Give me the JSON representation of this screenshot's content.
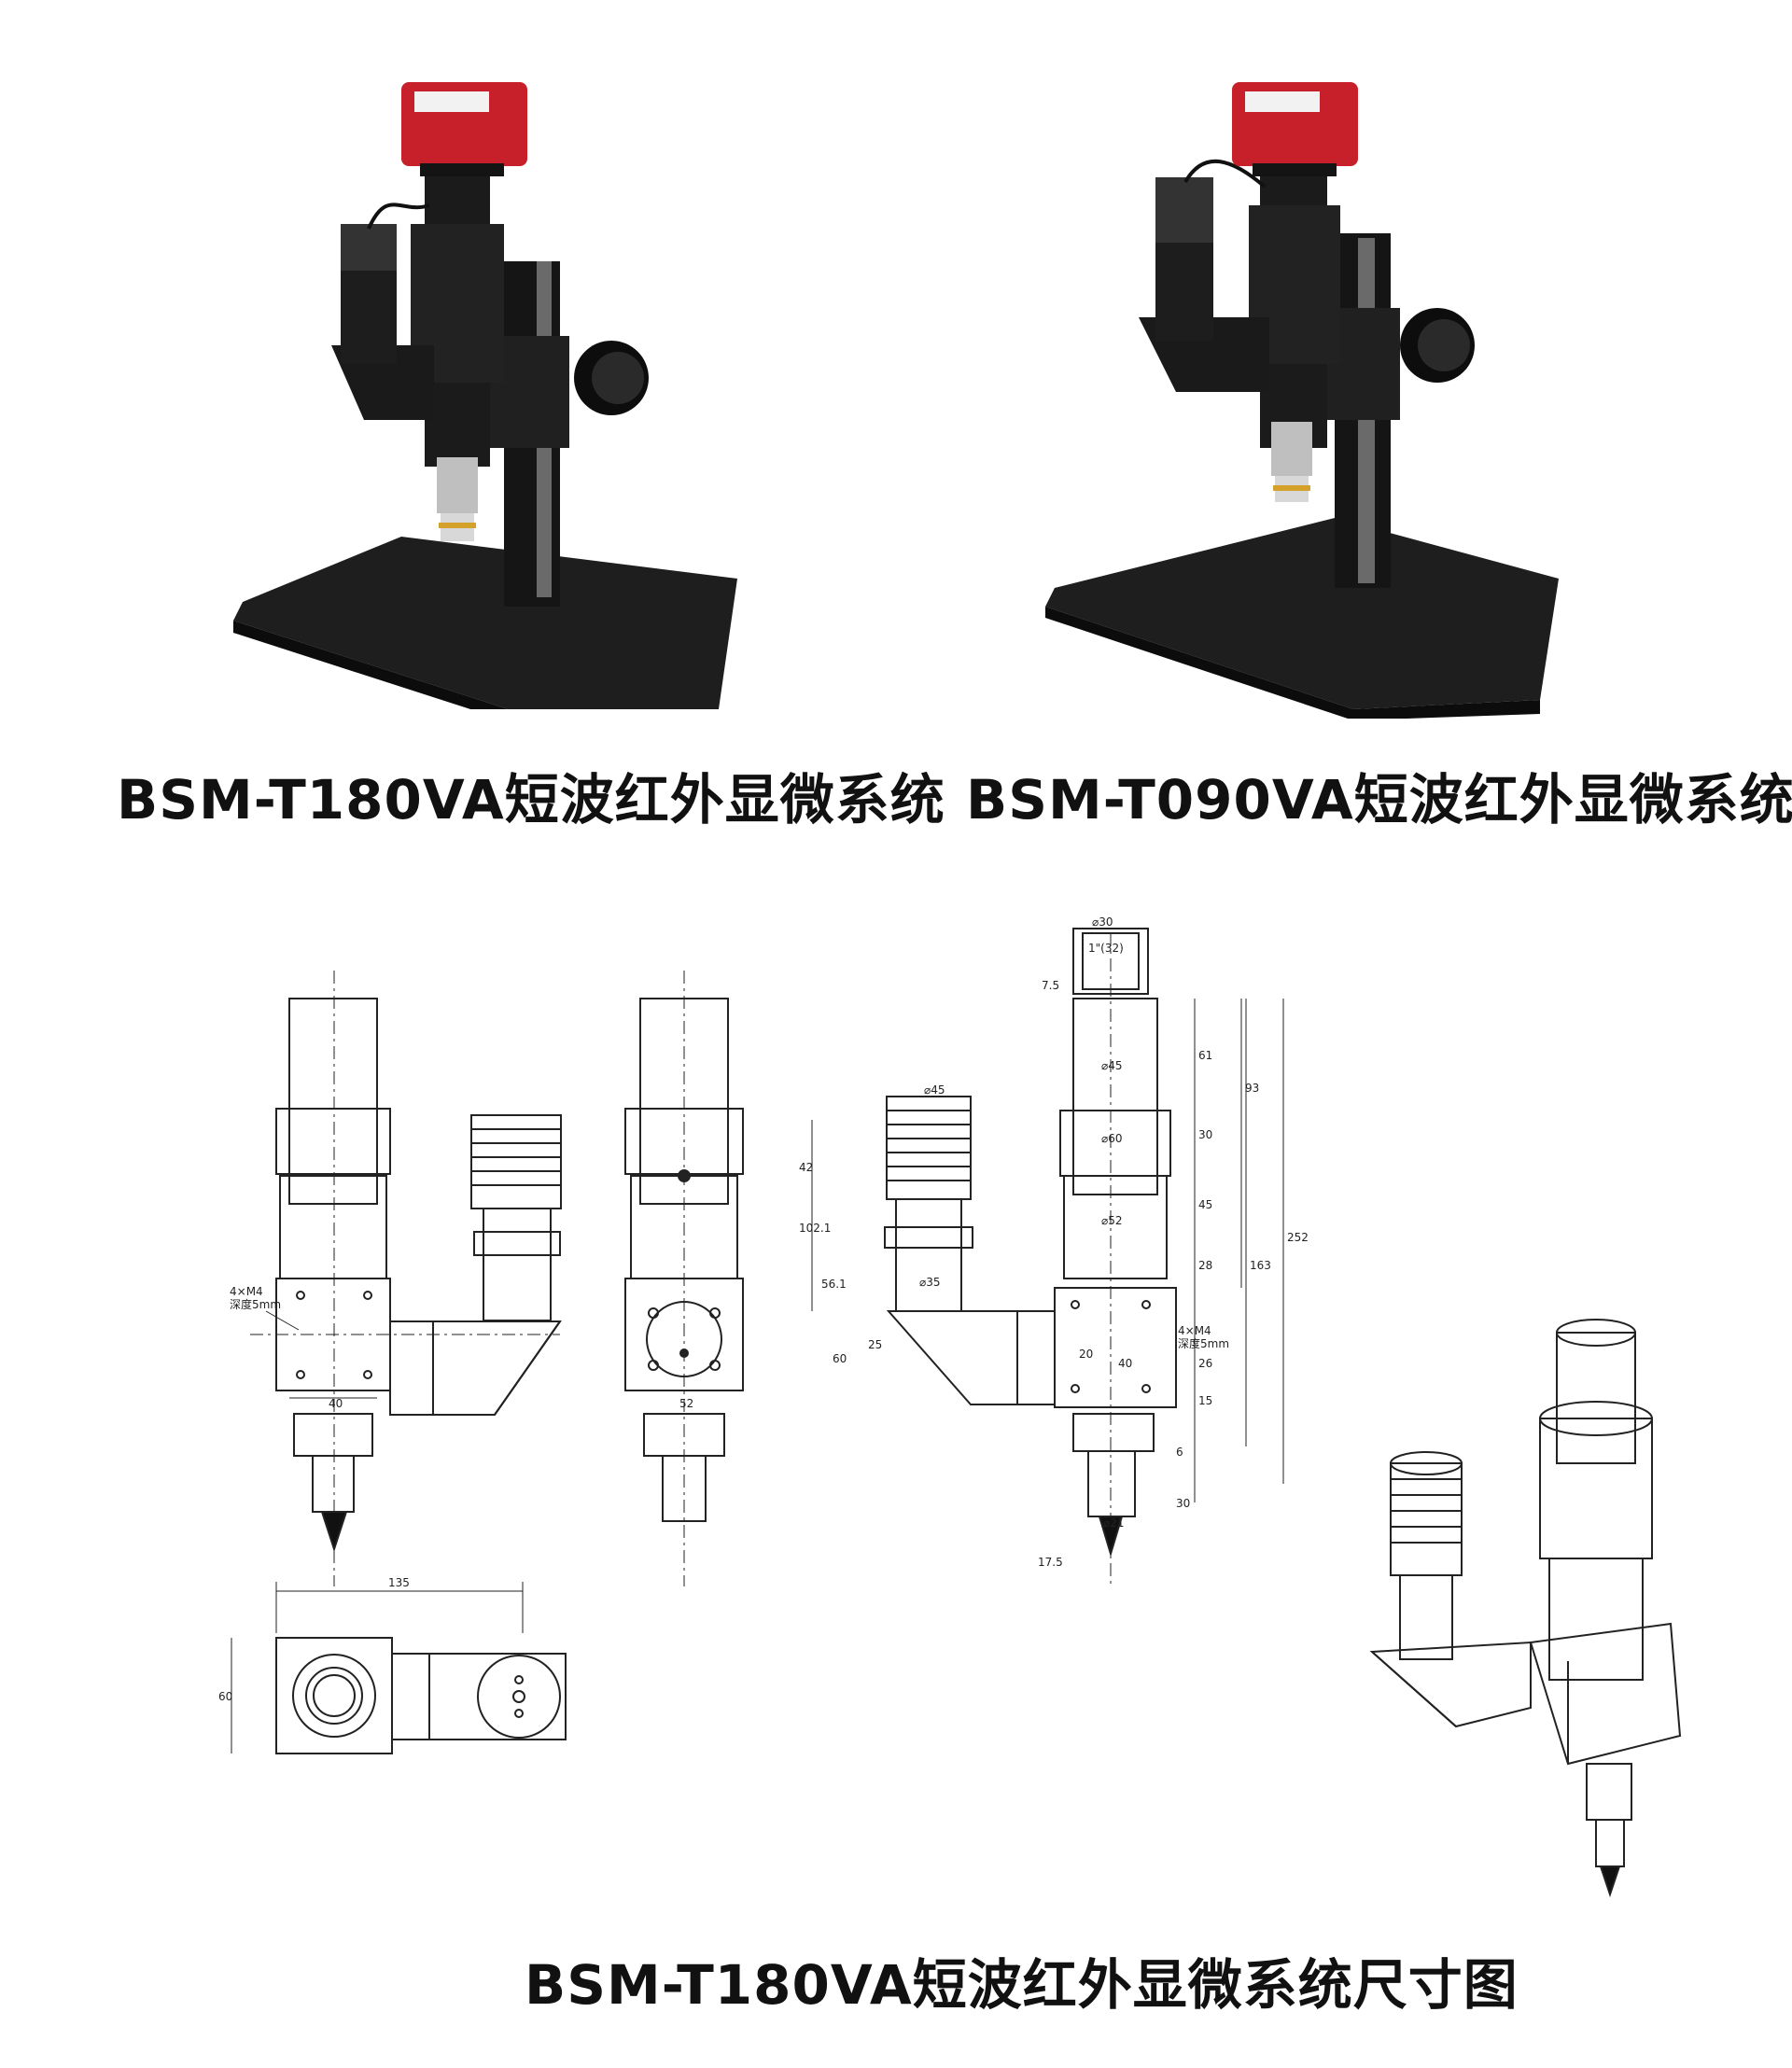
{
  "products": [
    {
      "caption": "BSM-T180VA短波红外显微系统"
    },
    {
      "caption": "BSM-T090VA短波红外显微系统"
    }
  ],
  "drawing": {
    "caption": "BSM-T180VA短波红外显微系统尺寸图",
    "dims": {
      "d30": "⌀30",
      "one_inch": "1\"(32)",
      "d45": "⌀45",
      "d60": "⌀60",
      "d52": "⌀52",
      "d35": "⌀35",
      "d45b": "⌀45",
      "d21": "⌀21",
      "h61": "61",
      "h30": "30",
      "h45": "45",
      "h28": "28",
      "h26": "26",
      "h15": "15",
      "h6": "6",
      "h30b": "30",
      "h93": "93",
      "h163": "163",
      "h252": "252",
      "h7_5": "7.5",
      "h42": "42",
      "h102": "102.1",
      "h56": "56.1",
      "h20": "20",
      "h40": "40",
      "w52": "52",
      "w40": "40",
      "w60": "60",
      "w135": "135",
      "h60": "60",
      "h25": "25",
      "h17": "17.5",
      "screw": "4×M4",
      "depth": "深度5mm",
      "screw_b": "4×M4",
      "depth_b": "深度5mm"
    }
  },
  "colors": {
    "camera_red": "#c8202a",
    "body_black": "#1a1a1a",
    "line": "#222222"
  }
}
